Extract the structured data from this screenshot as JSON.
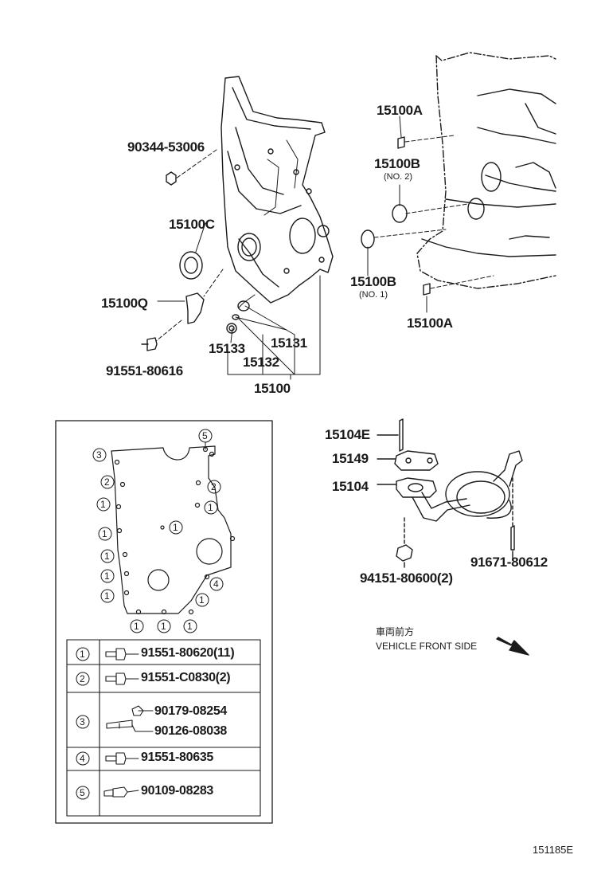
{
  "labels": {
    "p90344": "90344-53006",
    "p15100C": "15100C",
    "p15100Q": "15100Q",
    "p91551_80616": "91551-80616",
    "p15133": "15133",
    "p15131": "15131",
    "p15132": "15132",
    "p15100": "15100",
    "p15100A_top": "15100A",
    "p15100B_top": "15100B",
    "p15100B_top_sub": "(NO. 2)",
    "p15100B_bot": "15100B",
    "p15100B_bot_sub": "(NO. 1)",
    "p15100A_bot": "15100A",
    "p15104E": "15104E",
    "p15149": "15149",
    "p15104": "15104",
    "p94151": "94151-80600(2)",
    "p91671": "91671-80612"
  },
  "gasket_callouts": [
    "5",
    "3",
    "2",
    "2",
    "1",
    "1",
    "1",
    "1",
    "1",
    "1",
    "1",
    "1",
    "4",
    "1",
    "1",
    "1"
  ],
  "legend": [
    {
      "num": "1",
      "parts": [
        "91551-80620(11)"
      ]
    },
    {
      "num": "2",
      "parts": [
        "91551-C0830(2)"
      ]
    },
    {
      "num": "3",
      "parts": [
        "90179-08254",
        "90126-08038"
      ]
    },
    {
      "num": "4",
      "parts": [
        "91551-80635"
      ]
    },
    {
      "num": "5",
      "parts": [
        "90109-08283"
      ]
    }
  ],
  "front_note": {
    "jp": "車両前方",
    "en": "VEHICLE FRONT SIDE"
  },
  "figure_code": "151185E"
}
